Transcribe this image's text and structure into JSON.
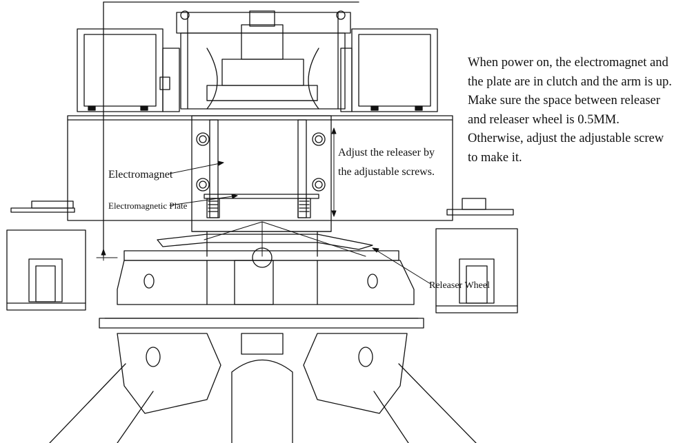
{
  "labels": {
    "electromagnet": "Electromagnet",
    "electromagnetic_plate": "Electromagnetic Plate",
    "adjust_releaser_line1": "Adjust the releaser by",
    "adjust_releaser_line2": "the adjustable screws.",
    "releaser_wheel": "Releaser Wheel"
  },
  "note": {
    "text": "When power on, the electromagnet and the plate are in clutch and the arm is up. Make sure the space between releaser and releaser wheel is 0.5MM. Otherwise, adjust the adjustable screw to make it."
  },
  "colors": {
    "line": "#111111",
    "background": "#ffffff"
  }
}
